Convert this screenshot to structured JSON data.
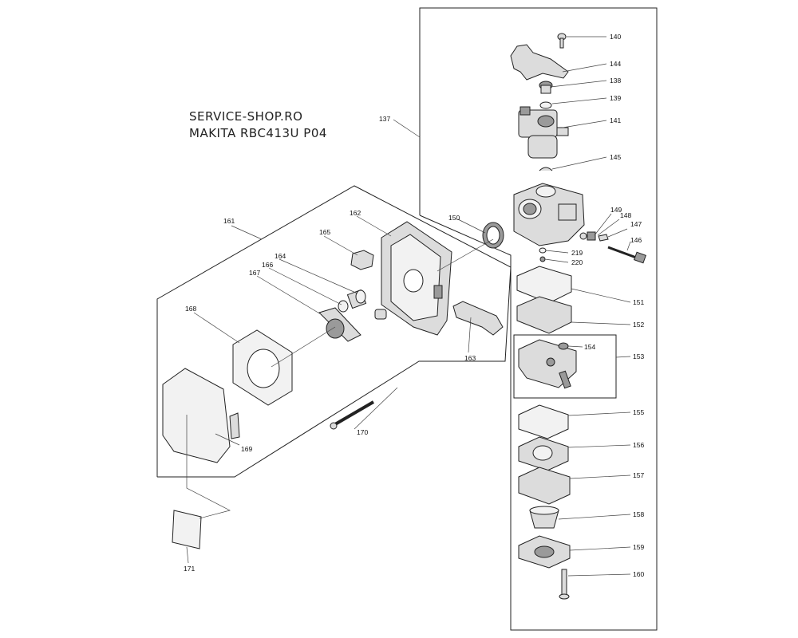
{
  "header": {
    "shop": "SERVICE-SHOP.RO",
    "model": "MAKITA RBC413U P04"
  },
  "parts": {
    "p137": "137",
    "p138": "138",
    "p139": "139",
    "p140": "140",
    "p141": "141",
    "p144": "144",
    "p145": "145",
    "p146": "146",
    "p147": "147",
    "p148": "148",
    "p149": "149",
    "p150": "150",
    "p151": "151",
    "p152": "152",
    "p153": "153",
    "p154": "154",
    "p155": "155",
    "p156": "156",
    "p157": "157",
    "p158": "158",
    "p159": "159",
    "p160": "160",
    "p161": "161",
    "p162": "162",
    "p163": "163",
    "p164": "164",
    "p165": "165",
    "p166": "166",
    "p167": "167",
    "p168": "168",
    "p169": "169",
    "p170": "170",
    "p171": "171",
    "p219": "219",
    "p220": "220"
  }
}
